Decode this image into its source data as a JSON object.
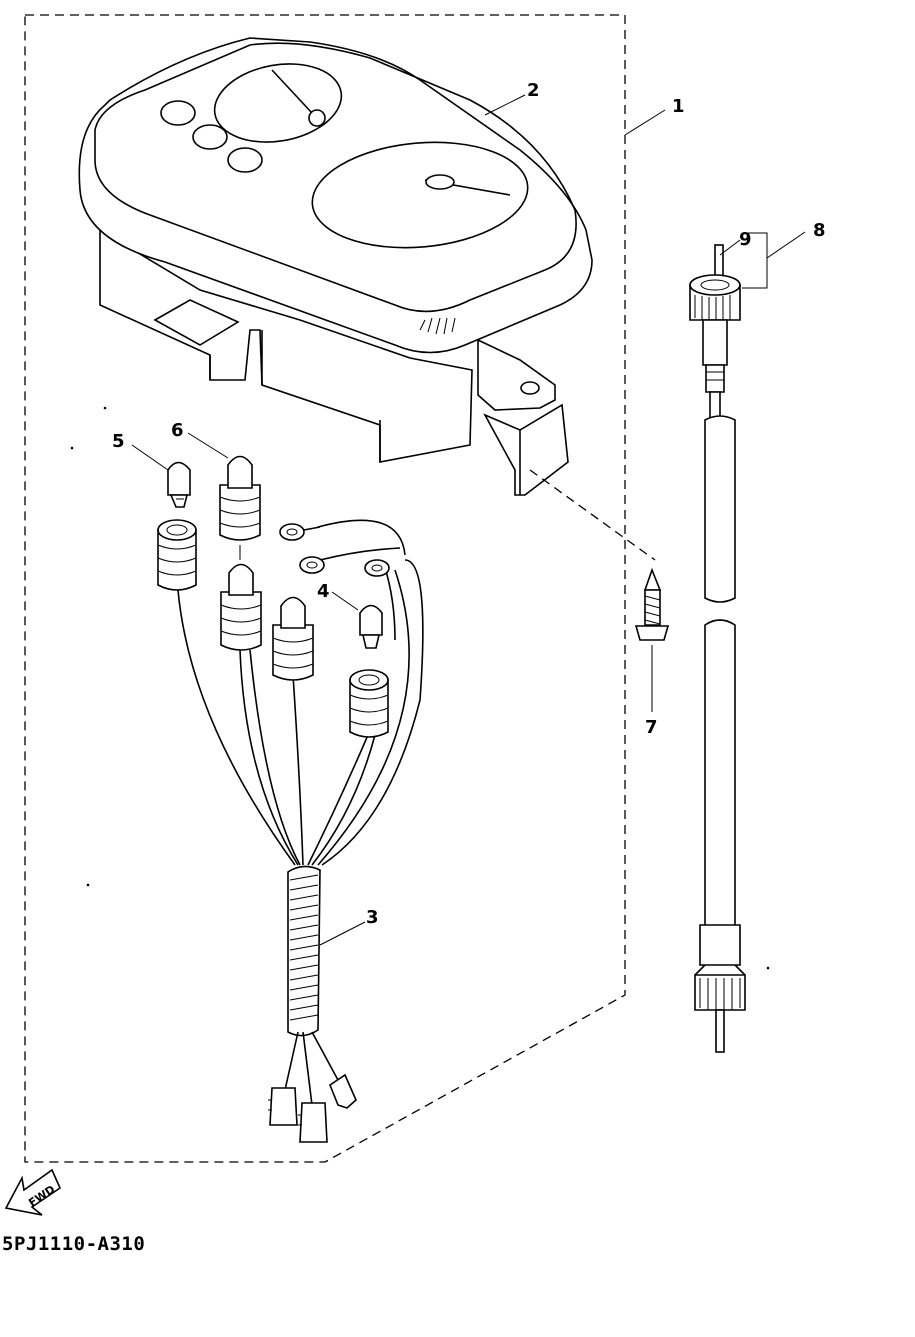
{
  "callouts": {
    "c1": "1",
    "c2": "2",
    "c3": "3",
    "c4": "4",
    "c5": "5",
    "c6": "6",
    "c7": "7",
    "c8": "8",
    "c9": "9"
  },
  "fwd_label": "FWD",
  "diagram_code": "5PJ1110-A310",
  "colors": {
    "ink": "#000000",
    "paper": "#ffffff"
  }
}
